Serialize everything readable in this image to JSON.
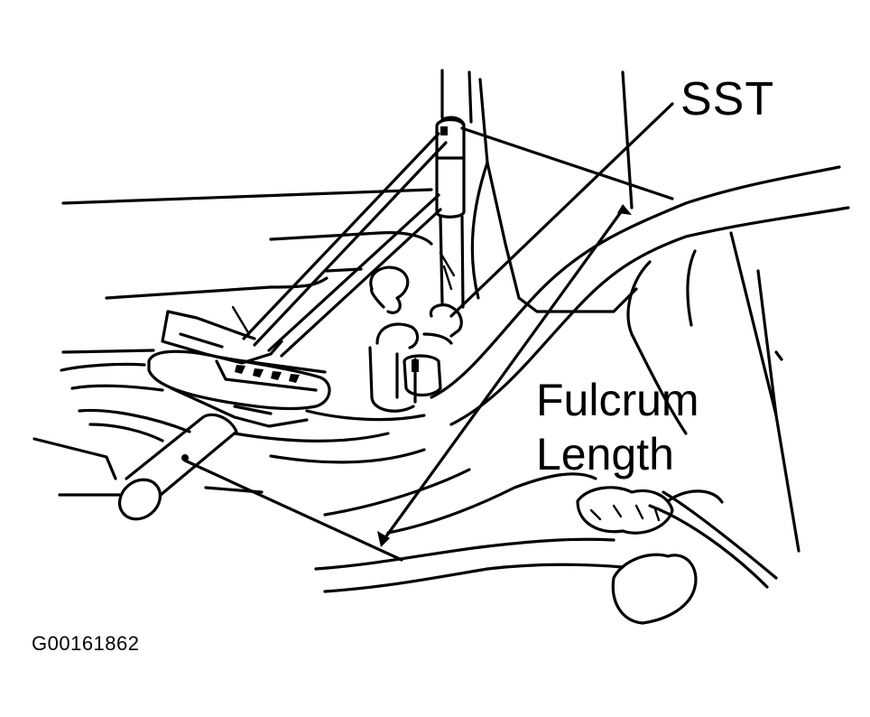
{
  "labels": {
    "sst": "SST",
    "fulcrum_line1": "Fulcrum",
    "fulcrum_line2": "Length",
    "figure_id": "G00161862"
  }
}
